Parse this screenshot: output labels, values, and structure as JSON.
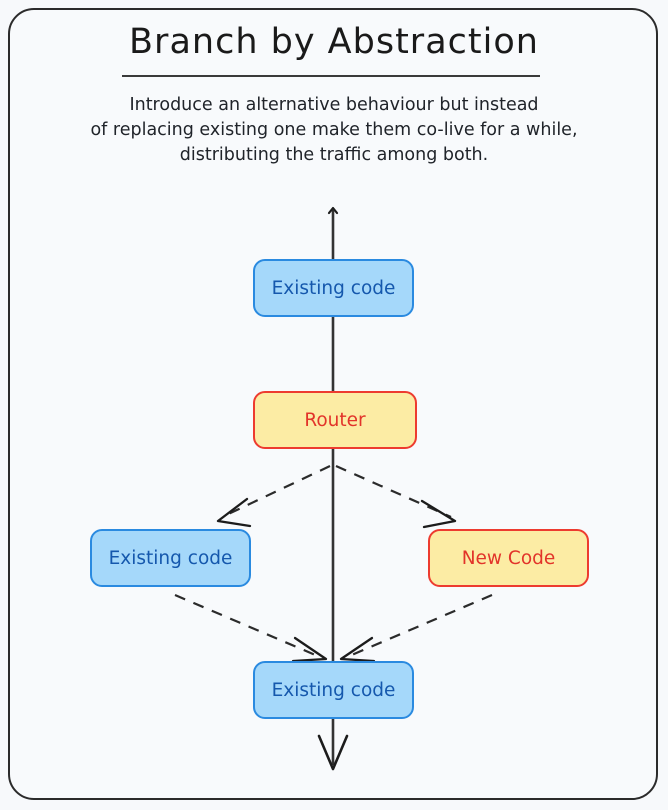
{
  "page": {
    "background_color": "#f7f9fb",
    "frame_border_color": "#2b2b2b"
  },
  "header": {
    "title": "Branch by Abstraction",
    "subtitle_lines": [
      "Introduce an alternative behaviour but instead",
      "of replacing existing one make them co-live for a while,",
      "distributing the traffic among both."
    ]
  },
  "diagram": {
    "type": "flow",
    "colors": {
      "blue_fill": "#a5d8fa",
      "blue_stroke": "#2a8ae0",
      "blue_text": "#1558ad",
      "yellow_fill": "#fceca4",
      "red_stroke": "#ed3b2f",
      "red_text": "#e2342a",
      "line": "#333333"
    },
    "nodes": [
      {
        "id": "top",
        "label": "Existing code",
        "style": "blue"
      },
      {
        "id": "router",
        "label": "Router",
        "style": "yellow"
      },
      {
        "id": "left",
        "label": "Existing code",
        "style": "blue"
      },
      {
        "id": "right",
        "label": "New Code",
        "style": "yellow"
      },
      {
        "id": "bottom",
        "label": "Existing code",
        "style": "blue"
      }
    ],
    "edges": [
      {
        "from": "trunk-start",
        "to": "top",
        "style": "solid"
      },
      {
        "from": "top",
        "to": "router",
        "style": "solid"
      },
      {
        "from": "router",
        "to": "left",
        "style": "dashed",
        "arrowhead": true
      },
      {
        "from": "router",
        "to": "right",
        "style": "dashed",
        "arrowhead": true
      },
      {
        "from": "left",
        "to": "bottom",
        "style": "dashed",
        "arrowhead": true
      },
      {
        "from": "right",
        "to": "bottom",
        "style": "dashed",
        "arrowhead": true
      },
      {
        "from": "bottom",
        "to": "trunk-end",
        "style": "solid",
        "arrowhead": true
      }
    ]
  }
}
